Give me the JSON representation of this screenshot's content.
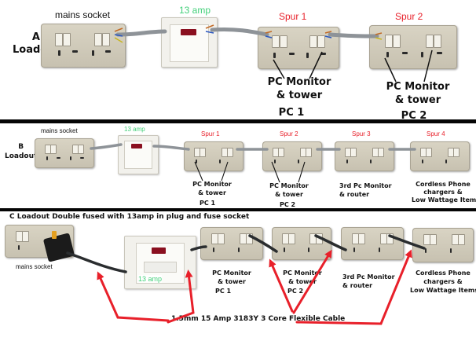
{
  "sectionA": {
    "title": "A\nLoadout",
    "mains_label": "mains socket",
    "fuse_label": "13 amp",
    "spur1_label": "Spur 1",
    "spur2_label": "Spur 2",
    "pc1_desc": "PC Monitor\n& tower",
    "pc1_name": "PC 1",
    "pc2_desc": "PC Monitor\n& tower",
    "pc2_name": "PC 2"
  },
  "sectionB": {
    "title": "B\nLoadout",
    "mains_label": "mains socket",
    "fuse_label": "13 amp",
    "spur1_label": "Spur 1",
    "spur2_label": "Spur 2",
    "spur3_label": "Spur 3",
    "spur4_label": "Spur 4",
    "pc1_desc": "PC Monitor\n& tower",
    "pc1_name": "PC 1",
    "pc2_desc": "PC Monitor\n& tower",
    "pc2_name": "PC 2",
    "pc3_desc": "3rd Pc Monitor\n& router",
    "phone_desc": "Cordless Phone\nchargers &\nLow Wattage Items"
  },
  "sectionC": {
    "title": "C Loadout Double fused with 13amp in plug and fuse socket",
    "mains_label": "mains socket",
    "fuse_label": "13 amp",
    "pc1_desc": "PC Monitor\n& tower",
    "pc1_name": "PC 1",
    "pc2_desc": "PC Monitor\n& tower",
    "pc2_name": "PC 2",
    "pc3_desc": "3rd Pc Monitor\n& router",
    "phone_desc": "Cordless Phone\nchargers &\nLow Wattage Items",
    "cable_label": "1.5mm 15 Amp 3183Y 3 Core Flexible Cable"
  },
  "colors": {
    "spur_red": "#e8202a",
    "fuse_green": "#43d07a",
    "arrow_red": "#e8202a",
    "cable_grey": "#8e9398",
    "divider": "#050505"
  }
}
